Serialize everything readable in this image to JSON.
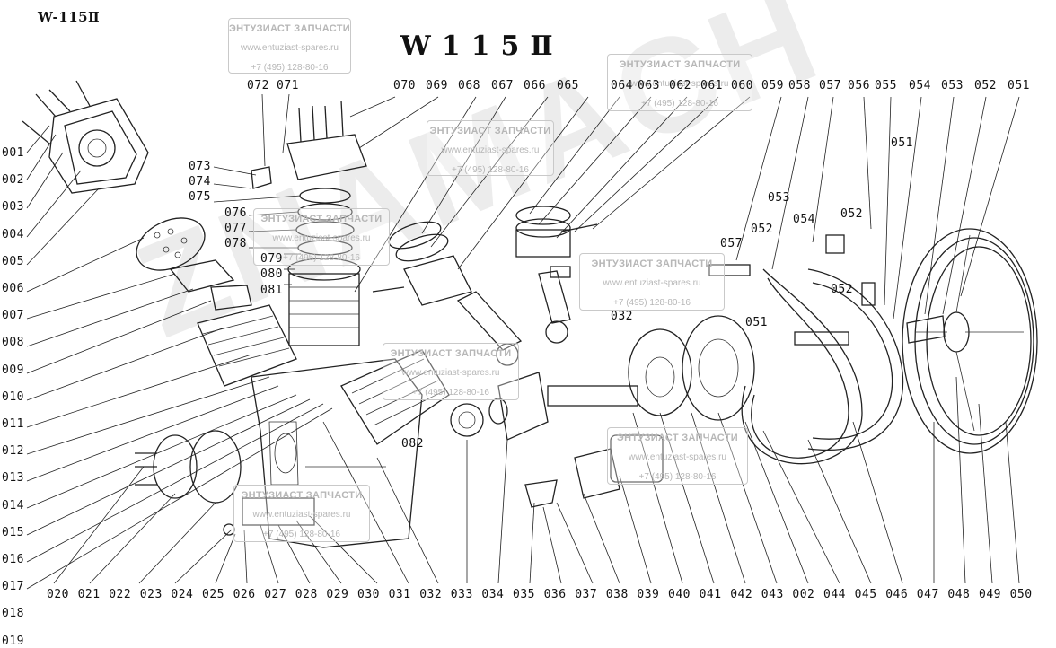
{
  "header": {
    "corner_title": "W-115Ⅱ",
    "main_title": "W115Ⅱ"
  },
  "watermark": {
    "title": "ЭНТУЗИАСТ ЗАПЧАСТИ",
    "url": "www.entuziast-spares.ru",
    "phone": "+7 (495) 128-80-16",
    "brand": "ZNAMACH"
  },
  "labels": {
    "left_column": [
      "001",
      "002",
      "003",
      "004",
      "005",
      "006",
      "007",
      "008",
      "009",
      "010",
      "011",
      "012",
      "013",
      "014",
      "015",
      "016",
      "017",
      "018",
      "019"
    ],
    "bottom_row": [
      "020",
      "021",
      "022",
      "023",
      "024",
      "025",
      "026",
      "027",
      "028",
      "029",
      "030",
      "031",
      "032",
      "033",
      "034",
      "035",
      "036",
      "037",
      "038",
      "039",
      "040",
      "041",
      "042",
      "043",
      "002",
      "044",
      "045",
      "046",
      "047",
      "048",
      "049",
      "050"
    ],
    "top_row": [
      "072",
      "071",
      "070",
      "069",
      "068",
      "067",
      "066",
      "065",
      "064",
      "063",
      "062",
      "061",
      "060",
      "059",
      "058",
      "057",
      "056",
      "055",
      "054",
      "053",
      "052",
      "051"
    ],
    "head_stack": [
      "073",
      "074",
      "075",
      "076",
      "077",
      "078",
      "079",
      "080",
      "081"
    ],
    "inline": {
      "l082": "082",
      "l032": "032",
      "l053": "053",
      "l054": "054",
      "l052a": "052",
      "l057": "057",
      "l052b": "052",
      "l051a": "051",
      "l051b": "051",
      "l052c": "052"
    }
  }
}
